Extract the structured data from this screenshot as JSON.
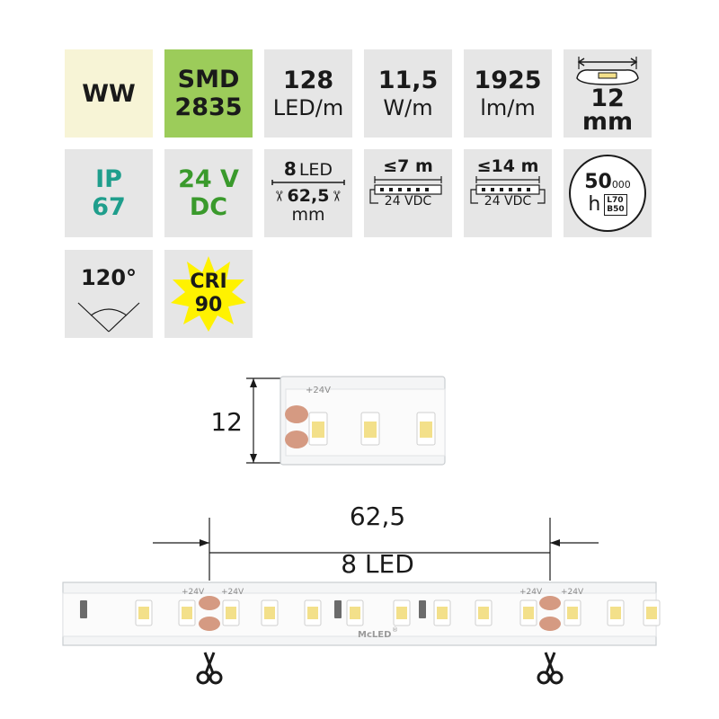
{
  "tiles": {
    "color_temp": {
      "label": "WW",
      "color": "#f7f4d6"
    },
    "chip": {
      "line1": "SMD",
      "line2": "2835",
      "color": "#9ccc5a"
    },
    "led_density": {
      "value": "128",
      "unit": "LED/m"
    },
    "power": {
      "value": "11,5",
      "unit": "W/m"
    },
    "lumen": {
      "value": "1925",
      "unit": "lm/m"
    },
    "width": {
      "value": "12",
      "unit": "mm",
      "icon": "strip-profile-icon"
    },
    "ip": {
      "line1": "IP",
      "line2": "67"
    },
    "voltage": {
      "line1": "24 V",
      "line2": "DC"
    },
    "cut_unit": {
      "leds": "8",
      "led_label": "LED",
      "length": "62,5",
      "unit": "mm",
      "icon": "scissors-icon"
    },
    "single_feed": {
      "max": "≤7 m",
      "supply": "24 VDC",
      "icon": "single-feed-icon"
    },
    "double_feed": {
      "max": "≤14 m",
      "supply": "24 VDC",
      "icon": "double-feed-icon"
    },
    "lifetime": {
      "hours": "50",
      "thousands": "000",
      "unit": "h",
      "l70": "L70",
      "b50": "B50"
    },
    "beam_angle": {
      "value": "120°",
      "icon": "beam-angle-icon"
    },
    "cri": {
      "line1": "CRI",
      "line2": "90",
      "color": "#fff200"
    }
  },
  "detail": {
    "width_label": "12",
    "pad_label": "+24V"
  },
  "strip": {
    "length_label": "62,5",
    "leds_label": "8 LED",
    "pad_label": "+24V",
    "brand": "McLED",
    "brand_mark": "®"
  },
  "colors": {
    "tile_grey": "#e6e6e6",
    "led_yellow": "#f3e08a",
    "copper_pad": "#d59a82",
    "teal": "#1f9e8c",
    "green": "#3a9a2c"
  }
}
